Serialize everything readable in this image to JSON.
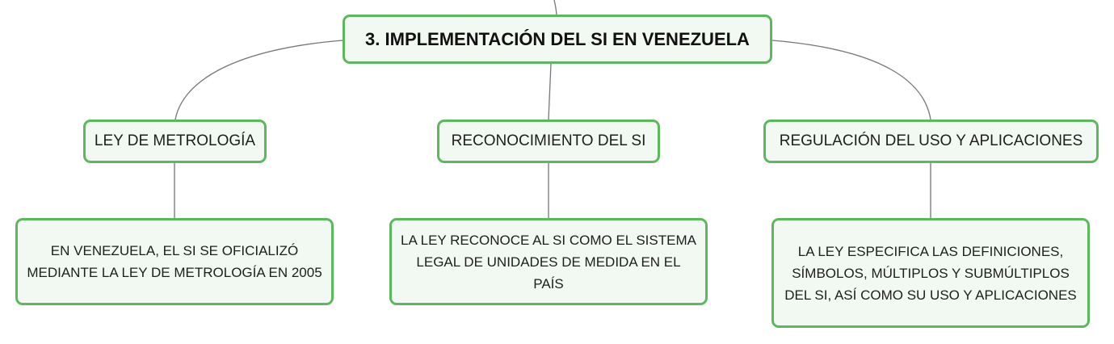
{
  "root": {
    "label": "3. IMPLEMENTACIÓN DEL SI EN VENEZUELA"
  },
  "topics": [
    {
      "label": "LEY DE METROLOGÍA",
      "detail": "EN VENEZUELA, EL SI SE OFICIALIZÓ MEDIANTE LA LEY DE METROLOGÍA EN 2005"
    },
    {
      "label": "RECONOCIMIENTO DEL SI",
      "detail": "LA LEY RECONOCE AL SI COMO EL SISTEMA LEGAL DE UNIDADES DE MEDIDA EN EL PAÍS"
    },
    {
      "label": "REGULACIÓN DEL USO Y APLICACIONES",
      "detail": "LA LEY ESPECIFICA LAS DEFINICIONES, SÍMBOLOS, MÚLTIPLOS Y SUBMÚLTIPLOS DEL SI, ASÍ COMO SU USO Y APLICACIONES"
    }
  ],
  "colors": {
    "node_border": "#5cb85c",
    "node_fill": "#f2f9f2",
    "connector": "#777777"
  }
}
